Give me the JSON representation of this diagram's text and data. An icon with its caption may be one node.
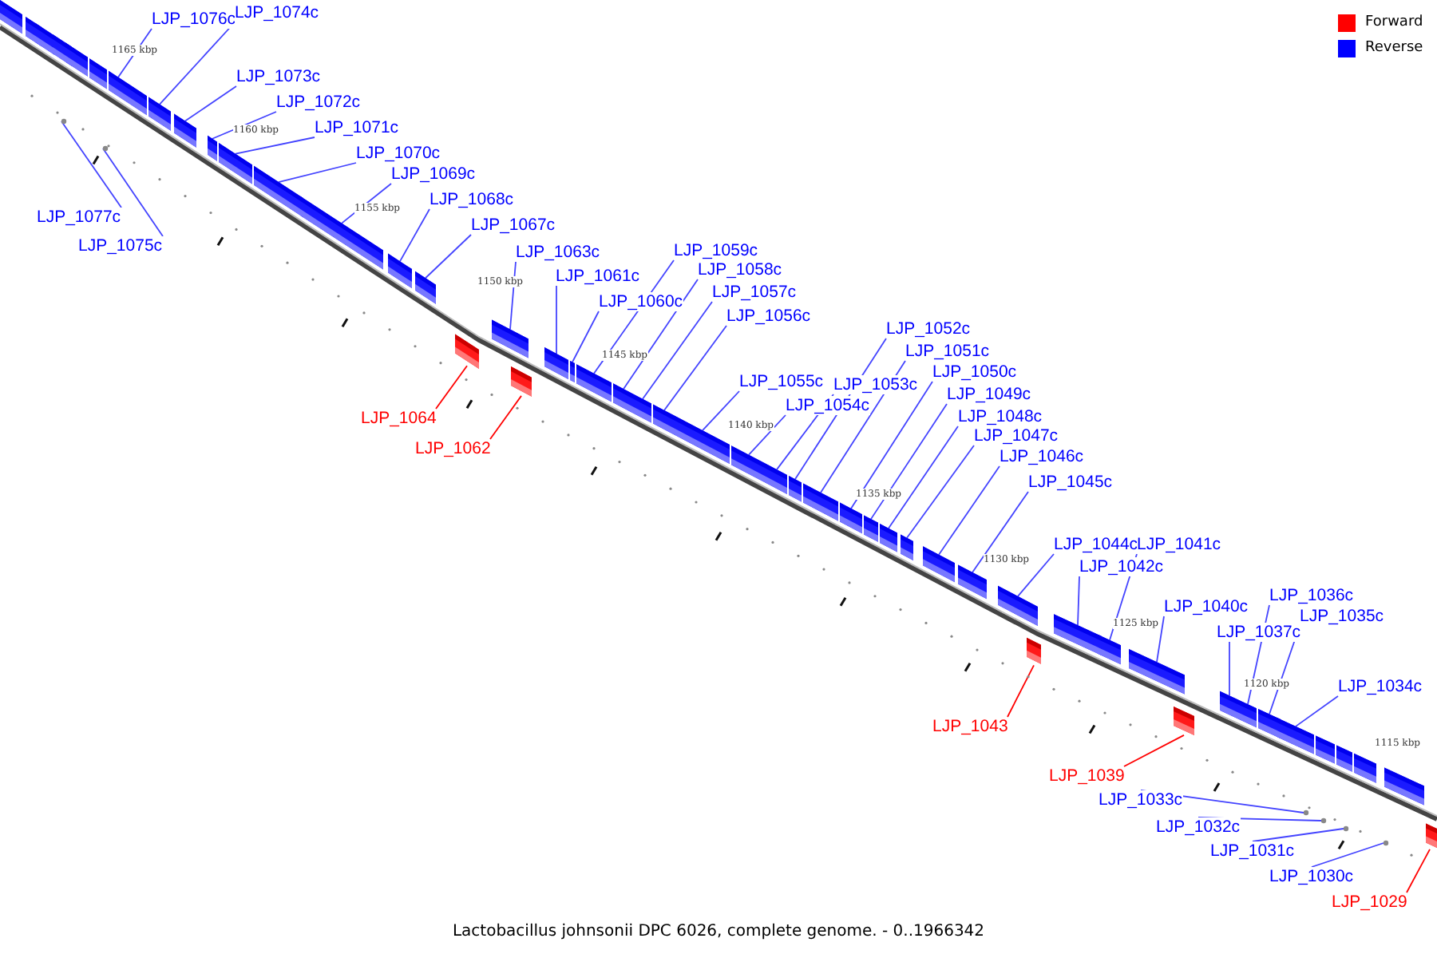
{
  "diagram": {
    "caption": "Lactobacillus johnsonii DPC 6026, complete genome. - 0..1966342",
    "nodes": [
      {
        "text": [],
        "shape": "box"
      },
      {
        "text": [],
        "shape": "box"
      },
      {
        "text": [],
        "shape": "box"
      },
      {
        "text": [],
        "shape": "box"
      },
      {
        "text": [],
        "shape": "box"
      },
      {
        "text": [],
        "shape": "box"
      },
      {
        "text": [],
        "shape": "box"
      },
      {
        "text": [],
        "shape": "box"
      },
      {
        "text": [],
        "shape": "box"
      },
      {
        "text": [],
        "shape": "box"
      },
      {
        "text": [],
        "shape": "box"
      },
      {
        "text": [],
        "shape": "box"
      },
      {
        "text": [],
        "shape": "box"
      },
      {
        "text": [],
        "shape": "box"
      },
      {
        "text": [],
        "shape": "box"
      },
      {
        "text": [],
        "shape": "box"
      },
      {
        "text": [],
        "shape": "box"
      },
      {
        "text": [],
        "shape": "box"
      },
      {
        "text": [],
        "shape": "box"
      },
      {
        "text": [],
        "shape": "box"
      },
      {
        "text": [],
        "shape": "box"
      },
      {
        "text": [],
        "shape": "box"
      },
      {
        "text": [],
        "shape": "box"
      },
      {
        "text": [],
        "shape": "box"
      },
      {
        "text": [],
        "shape": "box"
      },
      {
        "text": [],
        "shape": "box"
      },
      {
        "text": [],
        "shape": "box"
      },
      {
        "text": [],
        "shape": "box"
      },
      {
        "text": [],
        "shape": "box"
      },
      {
        "text": [],
        "shape": "box"
      },
      {
        "text": [],
        "shape": "box"
      },
      {
        "text": [],
        "shape": "box"
      },
      {
        "text": [],
        "shape": "box"
      },
      {
        "text": [],
        "shape": "box"
      },
      {
        "text": [],
        "shape": "box"
      },
      {
        "text": [],
        "shape": "box"
      },
      {
        "text": [],
        "shape": "box"
      },
      {
        "text": [],
        "shape": "box"
      },
      {
        "text": [],
        "shape": "box"
      },
      {
        "text": [],
        "shape": "box"
      },
      {
        "text": [],
        "shape": "box"
      },
      {
        "text": [],
        "shape": "box"
      },
      {
        "text": [],
        "shape": "box"
      },
      {
        "text": [],
        "shape": "box"
      },
      {
        "text": [],
        "shape": "box"
      },
      {
        "text": [],
        "shape": "box"
      },
      {
        "text": [],
        "shape": "box"
      },
      {
        "text": [],
        "shape": "box"
      },
      {
        "text": [],
        "shape": "box"
      },
      {
        "text": [],
        "shape": "box"
      },
      {
        "text": [],
        "shape": "box"
      },
      {
        "text": [
          "LJP_1076c"
        ]
      },
      {
        "text": [
          "LJP_1074c"
        ]
      },
      {
        "text": [
          "LJP_1077c"
        ]
      },
      {
        "text": [
          "LJP_1075c"
        ]
      },
      {
        "text": [
          "LJP_1073c"
        ]
      },
      {
        "text": [
          "LJP_1072c"
        ]
      },
      {
        "text": [
          "LJP_1071c"
        ]
      },
      {
        "text": [
          "LJP_1070c"
        ]
      },
      {
        "text": [
          "LJP_1069c"
        ]
      },
      {
        "text": [
          "LJP_1068c"
        ]
      },
      {
        "text": [
          "LJP_1067c"
        ]
      },
      {
        "text": [
          "LJP_1063c"
        ]
      },
      {
        "text": [
          "LJP_1061c"
        ]
      },
      {
        "text": [
          "LJP_1060c"
        ]
      },
      {
        "text": [
          "LJP_1059c"
        ]
      },
      {
        "text": [
          "LJP_1058c"
        ]
      },
      {
        "text": [
          "LJP_1057c"
        ]
      },
      {
        "text": [
          "LJP_1056c"
        ]
      },
      {
        "text": [
          "LJP_1064"
        ]
      },
      {
        "text": [
          "LJP_1062"
        ]
      },
      {
        "text": [
          "LJP_1052c"
        ]
      },
      {
        "text": [
          "LJP_1051c"
        ]
      },
      {
        "text": [
          "LJP_1050c"
        ]
      },
      {
        "text": [
          "LJP_1055c"
        ]
      },
      {
        "text": [
          "LJP_1053c"
        ]
      },
      {
        "text": [
          "LJP_1049c"
        ]
      },
      {
        "text": [
          "LJP_1054c"
        ]
      },
      {
        "text": [
          "LJP_1048c"
        ]
      },
      {
        "text": [
          "LJP_1047c"
        ]
      },
      {
        "text": [
          "LJP_1046c"
        ]
      },
      {
        "text": [
          "LJP_1045c"
        ]
      },
      {
        "text": [
          "LJP_1044c"
        ]
      },
      {
        "text": [
          "LJP_1041c"
        ]
      },
      {
        "text": [
          "LJP_1042c"
        ]
      },
      {
        "text": [
          "LJP_1036c"
        ]
      },
      {
        "text": [
          "LJP_1040c"
        ]
      },
      {
        "text": [
          "LJP_1035c"
        ]
      },
      {
        "text": [
          "LJP_1037c"
        ]
      },
      {
        "text": [
          "LJP_1034c"
        ]
      },
      {
        "text": [
          "LJP_1043"
        ]
      },
      {
        "text": [
          "LJP_1039"
        ]
      },
      {
        "text": [
          "LJP_1033c"
        ]
      },
      {
        "text": [
          "LJP_1032c"
        ]
      },
      {
        "text": [
          "LJP_1031c"
        ]
      },
      {
        "text": [
          "LJP_1030c"
        ]
      },
      {
        "text": [
          "LJP_1029"
        ]
      },
      {
        "text": [],
        "shape": "circle"
      },
      {
        "text": [],
        "shape": "circle"
      },
      {
        "text": [],
        "shape": "circle"
      },
      {
        "text": [],
        "shape": "circle"
      },
      {
        "text": [],
        "shape": "circle"
      },
      {
        "text": [],
        "shape": "circle"
      }
    ],
    "edges": [
      {
        "from": 51,
        "to": 6,
        "arrow": "none"
      },
      {
        "from": 52,
        "to": 8,
        "arrow": "none"
      },
      {
        "from": 53,
        "to": 97,
        "arrow": "none"
      },
      {
        "from": 54,
        "to": 98,
        "arrow": "none"
      },
      {
        "from": 55,
        "to": 9,
        "arrow": "none"
      },
      {
        "from": 56,
        "to": 10,
        "arrow": "none"
      },
      {
        "from": 57,
        "to": 11,
        "arrow": "none"
      },
      {
        "from": 58,
        "to": 12,
        "arrow": "none"
      },
      {
        "from": 59,
        "to": 13,
        "arrow": "none"
      },
      {
        "from": 60,
        "to": 14,
        "arrow": "none"
      },
      {
        "from": 61,
        "to": 15,
        "arrow": "none"
      },
      {
        "from": 62,
        "to": 17,
        "arrow": "none"
      },
      {
        "from": 63,
        "to": 19,
        "arrow": "none"
      },
      {
        "from": 64,
        "to": 20,
        "arrow": "none"
      },
      {
        "from": 65,
        "to": 21,
        "arrow": "none"
      },
      {
        "from": 66,
        "to": 22,
        "arrow": "none"
      },
      {
        "from": 67,
        "to": 23,
        "arrow": "none"
      },
      {
        "from": 68,
        "to": 24,
        "arrow": "none"
      },
      {
        "from": 69,
        "to": 16,
        "arrow": "none",
        "color": "#ff0000"
      },
      {
        "from": 70,
        "to": 18,
        "arrow": "none",
        "color": "#ff0000"
      },
      {
        "from": 71,
        "to": 28,
        "arrow": "none"
      },
      {
        "from": 72,
        "to": 29,
        "arrow": "none"
      },
      {
        "from": 73,
        "to": 30,
        "arrow": "none"
      },
      {
        "from": 74,
        "to": 25,
        "arrow": "none"
      },
      {
        "from": 75,
        "to": 27,
        "arrow": "none"
      },
      {
        "from": 76,
        "to": 31,
        "arrow": "none"
      },
      {
        "from": 77,
        "to": 26,
        "arrow": "none"
      },
      {
        "from": 78,
        "to": 32,
        "arrow": "none"
      },
      {
        "from": 79,
        "to": 33,
        "arrow": "none"
      },
      {
        "from": 80,
        "to": 34,
        "arrow": "none"
      },
      {
        "from": 81,
        "to": 35,
        "arrow": "none"
      },
      {
        "from": 82,
        "to": 36,
        "arrow": "none"
      },
      {
        "from": 83,
        "to": 39,
        "arrow": "none"
      },
      {
        "from": 84,
        "to": 38,
        "arrow": "none"
      },
      {
        "from": 85,
        "to": 43,
        "arrow": "none"
      },
      {
        "from": 86,
        "to": 40,
        "arrow": "none"
      },
      {
        "from": 87,
        "to": 44,
        "arrow": "none"
      },
      {
        "from": 88,
        "to": 42,
        "arrow": "none"
      },
      {
        "from": 89,
        "to": 45,
        "arrow": "none"
      },
      {
        "from": 90,
        "to": 37,
        "arrow": "none",
        "color": "#ff0000"
      },
      {
        "from": 91,
        "to": 41,
        "arrow": "none",
        "color": "#ff0000"
      },
      {
        "from": 92,
        "to": 99,
        "arrow": "none"
      },
      {
        "from": 93,
        "to": 100,
        "arrow": "none"
      },
      {
        "from": 94,
        "to": 101,
        "arrow": "none"
      },
      {
        "from": 95,
        "to": 102,
        "arrow": "none"
      },
      {
        "from": 96,
        "to": 50,
        "arrow": "none",
        "color": "#ff0000"
      }
    ],
    "labels": [
      "1165 kbp",
      "1160 kbp",
      "1155 kbp",
      "1150 kbp",
      "1145 kbp",
      "1140 kbp",
      "1135 kbp",
      "1130 kbp",
      "1125 kbp",
      "1120 kbp",
      "1115 kbp"
    ],
    "legend": [
      {
        "text": "Forward",
        "color": "#ff0000"
      },
      {
        "text": "Reverse",
        "color": "#0000ff"
      }
    ]
  }
}
